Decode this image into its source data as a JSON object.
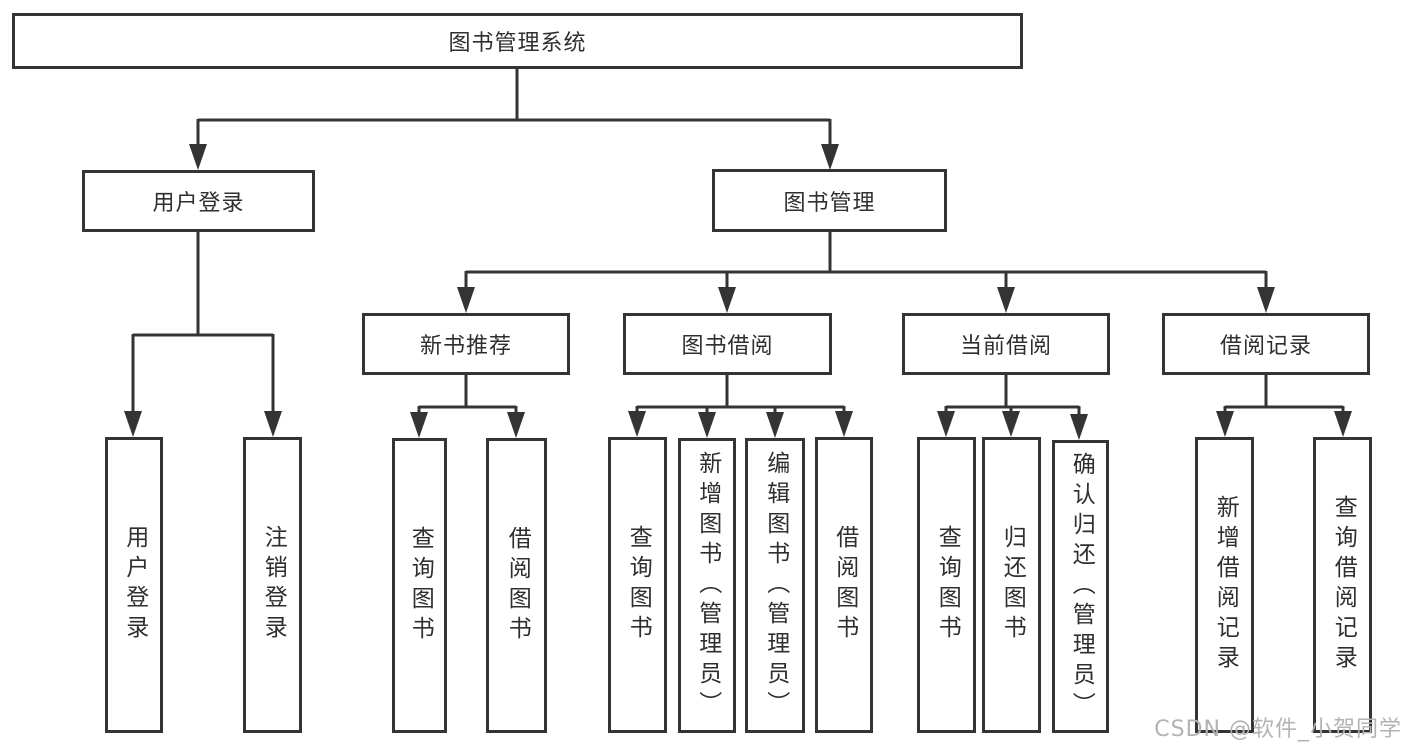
{
  "diagram": {
    "title_node": "图书管理系统",
    "level2": {
      "user_login": "用户登录",
      "book_mgmt": "图书管理"
    },
    "level3": {
      "new_book_rec": "新书推荐",
      "book_borrow": "图书借阅",
      "current_borrow": "当前借阅",
      "borrow_record": "借阅记录"
    },
    "leaves": {
      "user_login": [
        "用户登录",
        "注销登录"
      ],
      "new_book_rec": [
        "查询图书",
        "借阅图书"
      ],
      "book_borrow": [
        "查询图书",
        "新增图书（管理员）",
        "编辑图书（管理员）",
        "借阅图书"
      ],
      "current_borrow": [
        "查询图书",
        "归还图书",
        "确认归还（管理员）"
      ],
      "borrow_record": [
        "新增借阅记录",
        "查询借阅记录"
      ]
    },
    "colors": {
      "line": "#343434",
      "text": "#2f2f2f",
      "background": "#ffffff",
      "watermark": "#b3b3b3"
    }
  },
  "watermark": "CSDN @软件_小贺同学"
}
